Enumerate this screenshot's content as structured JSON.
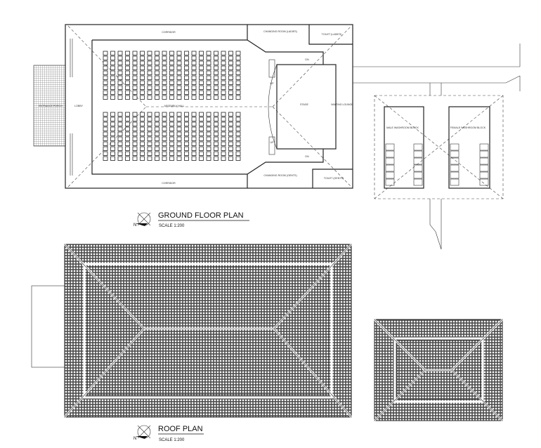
{
  "ground_floor": {
    "title": "GROUND FLOOR PLAN",
    "scale": "SCALE 1:200",
    "north": "N",
    "rooms": {
      "corridor_top": "CORRIDOR",
      "corridor_bottom": "CORRIDOR",
      "changing_ladies": "CHANGING ROOM (LADIES)",
      "toilet_ladies": "TOILET (LADIES)",
      "entrance_porch": "ENTRANCE PORCH",
      "lobby": "LOBBY",
      "assembly_hall": "ASSEMBLY HALL",
      "stage": "STAGE",
      "waiting_lounge": "WAITING LOUNGE",
      "changing_gents": "CHANGING ROOM (GENTS)",
      "toilet_gents": "TOILET (GENTS)",
      "male_washroom": "MALE WASHROOM BLOCK",
      "female_washroom": "FEMALE WASHROOM BLOCK"
    },
    "stairs": {
      "up": "UP",
      "down": "DN"
    }
  },
  "roof": {
    "title": "ROOF PLAN",
    "scale": "SCALE 1:200",
    "north": "N"
  }
}
